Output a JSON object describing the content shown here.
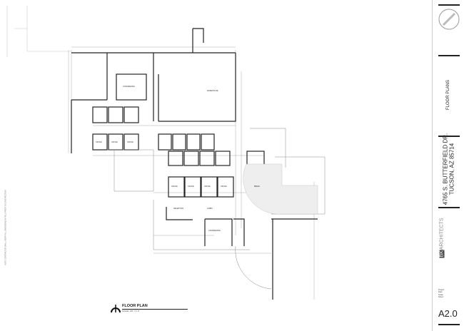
{
  "title_block": {
    "sheet_title": "FLOOR PLANS",
    "address_line1": "4765 S. BUTTERFIELD DR.",
    "address_line2": "TUCSON, AZ 85714",
    "firm_name": "ARCHITECTS",
    "firm_logo_text": "BK",
    "meta_labels": [
      "Project:",
      "Date:",
      "Scale:",
      "Sheet:"
    ],
    "sheet_number": "A2.0"
  },
  "drawing_title": {
    "label": "FLOOR PLAN",
    "scale": "SCALE: 1/8\" = 1'-0\""
  },
  "side_note": "NOTE: CONTRACTOR SHALL VERIFY ALL DIMENSIONS IN FIELD PRIOR TO CONSTRUCTION",
  "rooms": {
    "conference1": "CONFERENCE",
    "warehouse": "WAREHOUSE",
    "office": "OFFICE",
    "reception": "RECEPTION",
    "lobby": "LOBBY",
    "conference2": "CONFERENCE",
    "break": "BREAK"
  }
}
